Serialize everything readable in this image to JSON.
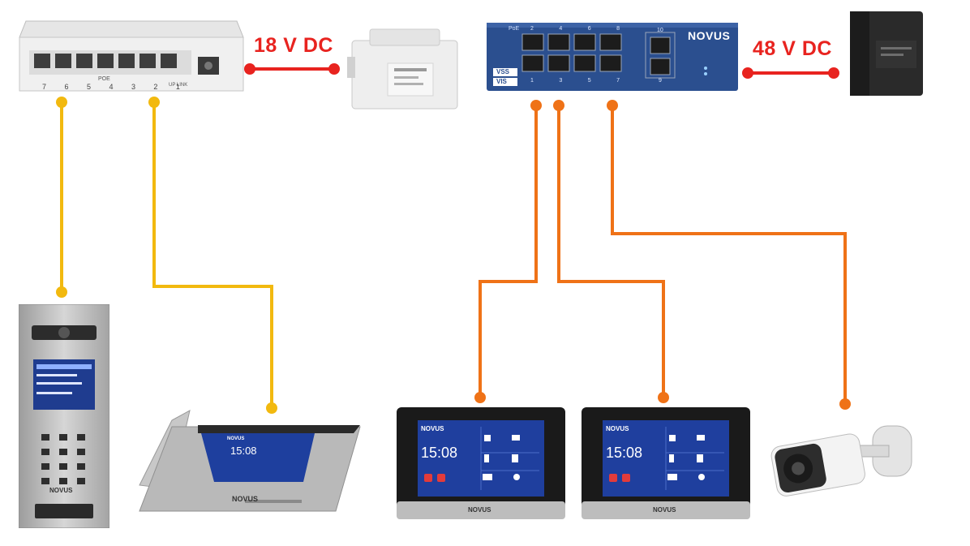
{
  "power_labels": {
    "left": "18 V DC",
    "right": "48 V DC"
  },
  "left_switch": {
    "top_label": "POE",
    "port_numbers": [
      "7",
      "6",
      "5",
      "4",
      "3",
      "2",
      "1"
    ],
    "uplink_label": "UP LINK"
  },
  "right_switch": {
    "brand": "NOVUS",
    "poe_label": "PoE",
    "top_port_numbers": [
      "2",
      "4",
      "6",
      "8"
    ],
    "bottom_port_numbers": [
      "1",
      "3",
      "5",
      "7"
    ],
    "uplink_top": "10",
    "uplink_bottom": "9",
    "badge_vss": "VSS",
    "badge_vis": "VIS"
  },
  "door_station": {
    "brand": "NOVUS"
  },
  "desk_monitor": {
    "brand": "NOVUS",
    "screen_time": "15:08",
    "screen_brand": "NOVUS"
  },
  "wall_monitor_1": {
    "brand": "NOVUS",
    "screen_time": "15:08",
    "screen_brand": "NOVUS"
  },
  "wall_monitor_2": {
    "brand": "NOVUS",
    "screen_time": "15:08",
    "screen_brand": "NOVUS"
  },
  "colors": {
    "power_line": "#e8231f",
    "yellow_line": "#f2b90f",
    "orange_line": "#ef7217"
  }
}
